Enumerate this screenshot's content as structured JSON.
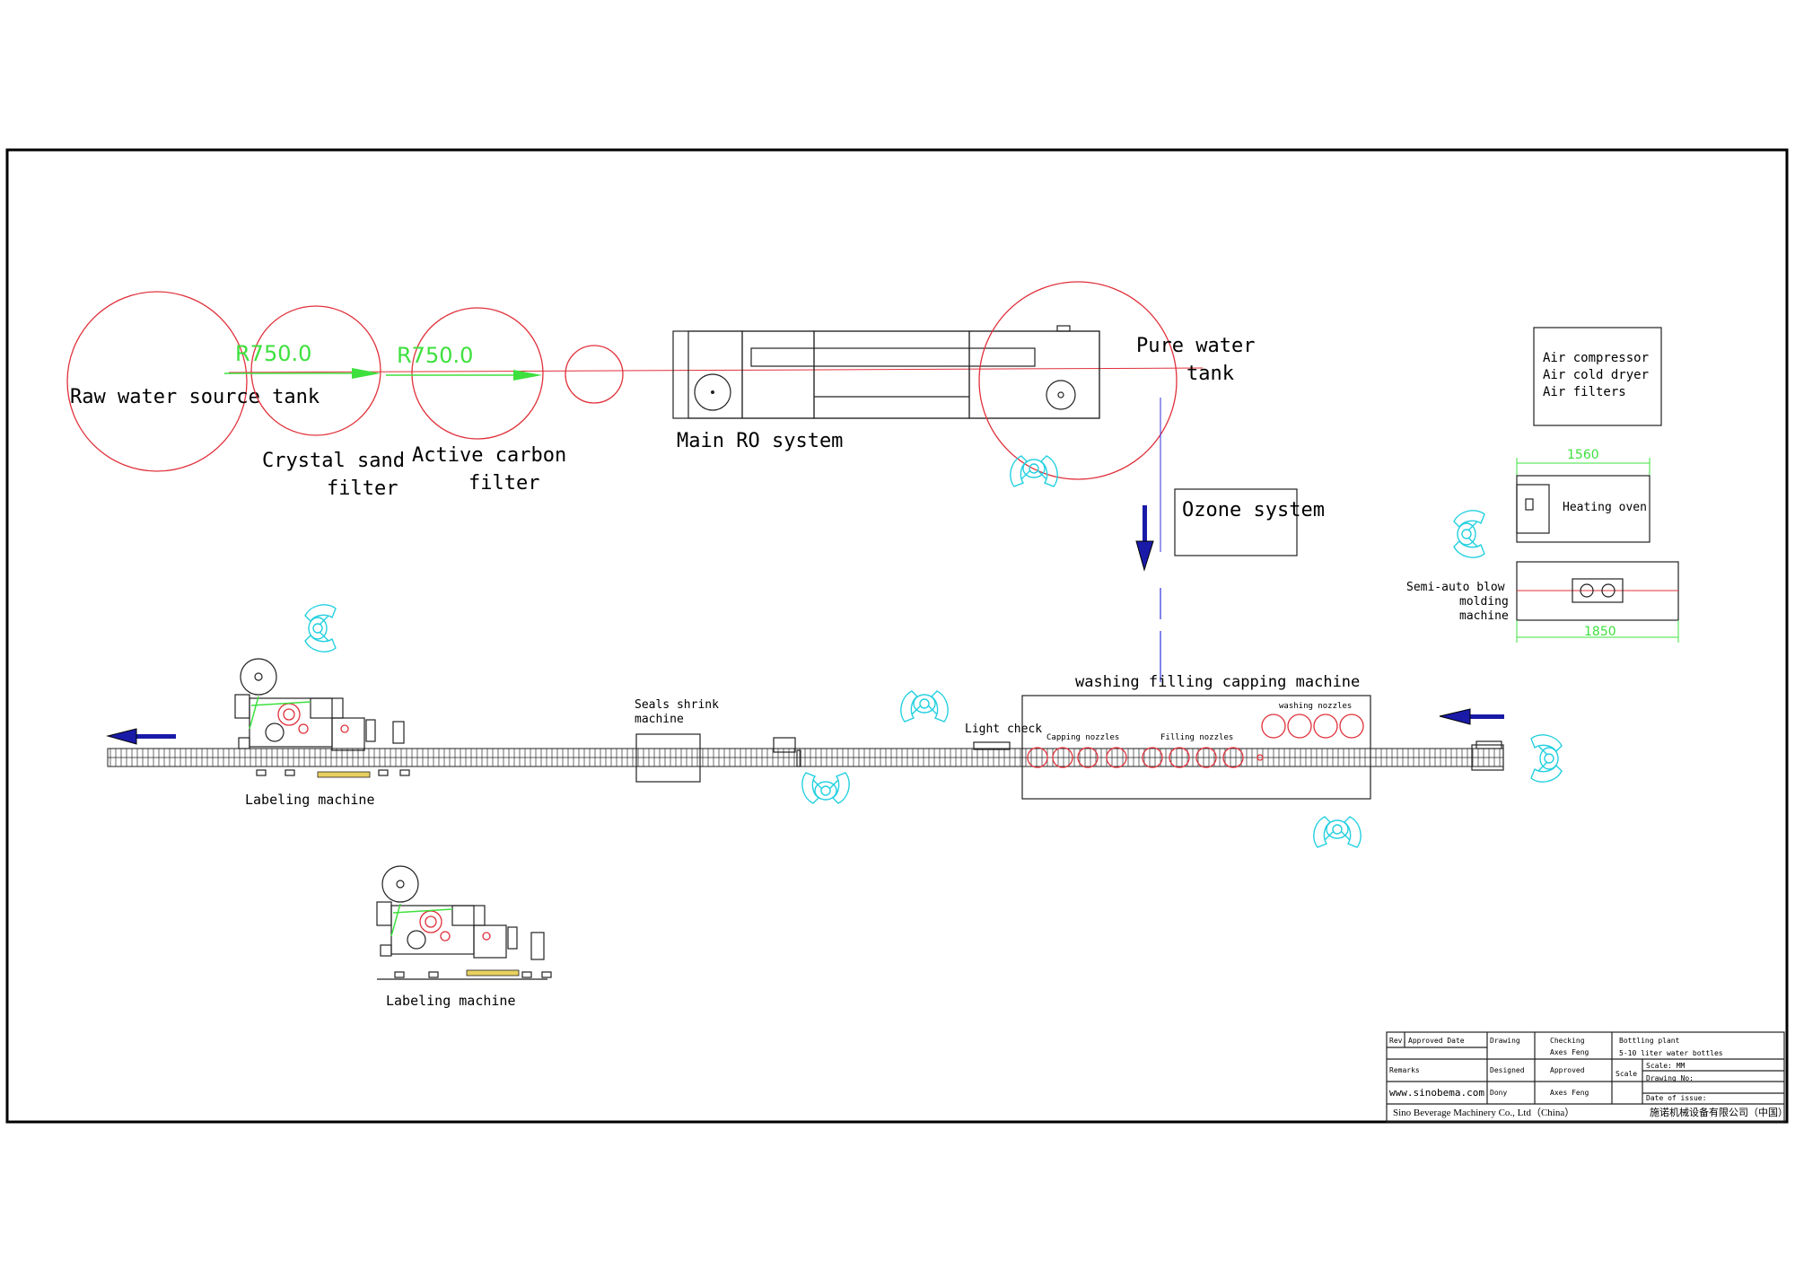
{
  "labels": {
    "raw_water_tank": "Raw water source tank",
    "crystal_sand_1": "Crystal sand",
    "crystal_sand_2": "filter",
    "active_carbon_1": "Active carbon",
    "active_carbon_2": "filter",
    "main_ro": "Main RO system",
    "pure_water_1": "Pure water",
    "pure_water_2": "tank",
    "ozone": "Ozone system",
    "air_1": "Air compressor",
    "air_2": "Air cold dryer",
    "air_3": "Air filters",
    "heating_oven": "Heating oven",
    "blow_1": "Semi-auto blow",
    "blow_2": "molding",
    "blow_3": "machine",
    "dim_1560": "1560",
    "dim_1850": "1850",
    "radius_1": "R750.0",
    "radius_2": "R750.0",
    "washing_filling": "washing filling capping machine",
    "washing_nozzles": "washing nozzles",
    "capping_nozzles": "Capping nozzles",
    "filling_nozzles": "Filling nozzles",
    "light_check": "Light check",
    "seals_1": "Seals shrink",
    "seals_2": "machine",
    "labeling_1": "Labeling machine",
    "labeling_2": "Labeling machine"
  },
  "title_block": {
    "rev": "Rev.",
    "approved_date": "Approved Date",
    "drawing": "Drawing",
    "checking": "Checking",
    "checking_name": "Axes Feng",
    "project_1": "Bottling plant",
    "project_2": "5-10 liter water bottles",
    "remarks": "Remarks",
    "designed": "Designed",
    "approved": "Approved",
    "scale": "Scale",
    "scale_value": "Scale: MM",
    "drawing_no": "Drawing No:",
    "website": "www.sinobema.com",
    "designer": "Dony",
    "approver": "Axes Feng",
    "date_of_issue": "Date of issue:",
    "company_en": "Sino Beverage Machinery Co., Ltd（China）",
    "company_cn": "施诺机械设备有限公司（中国）"
  },
  "colors": {
    "frame": "#000000",
    "tank_outline": "#e0303a",
    "dimension": "#3ee03e",
    "operator": "#22d0e0",
    "arrow": "#1a1aa8",
    "pipe_line": "#3030e0"
  }
}
